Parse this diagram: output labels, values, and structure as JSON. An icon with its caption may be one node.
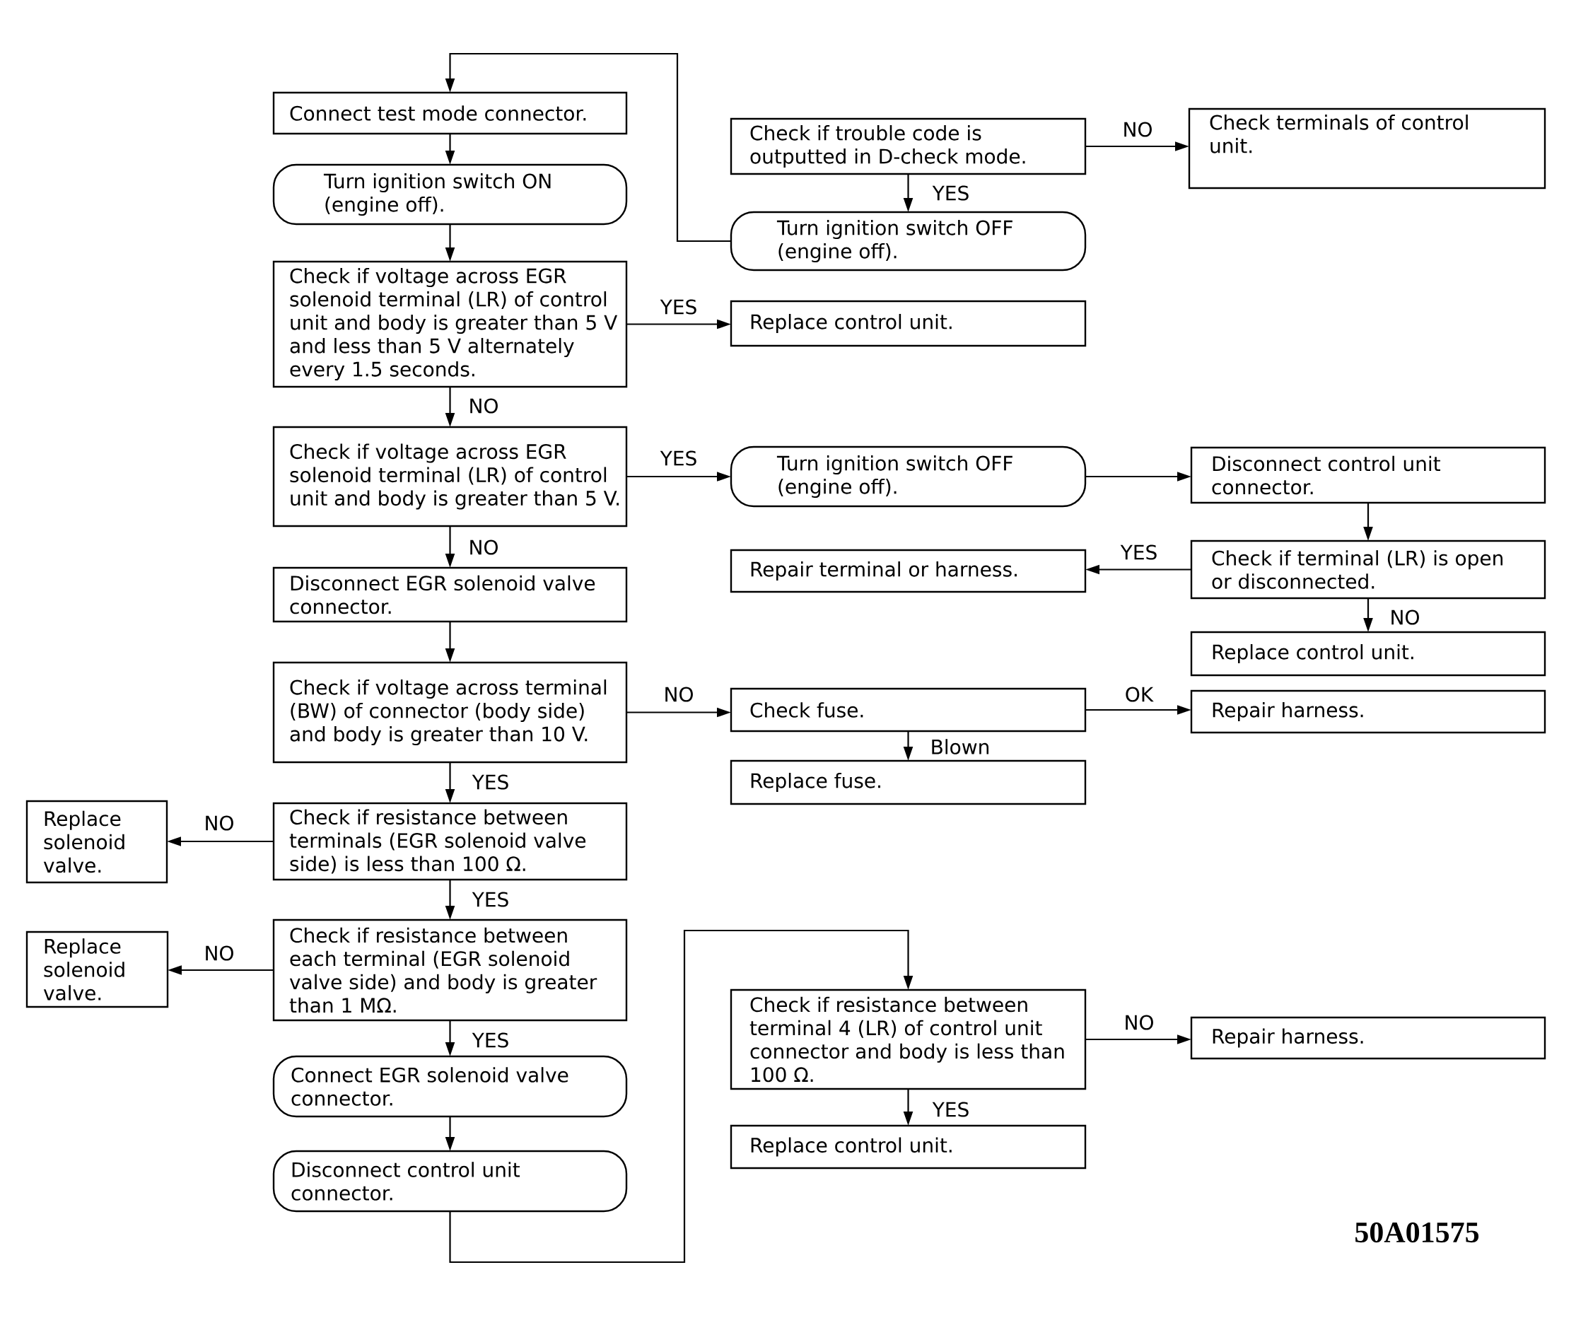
{
  "diagram": {
    "nodes": [
      {
        "text": [
          "Connect test mode connector."
        ]
      },
      {
        "text": [
          "Check if trouble code is outputted in D-check mode."
        ]
      },
      {
        "text": [
          "Check terminals of control unit."
        ]
      },
      {
        "text": [
          "Turn ignition switch ON (engine off)."
        ]
      },
      {
        "text": [
          "Turn ignition switch OFF (engine off)."
        ]
      },
      {
        "text": [
          "Check if voltage across EGR solenoid terminal (LR) of control unit and body is greater than 5 V and less than 5 V alternately every 1.5 seconds."
        ]
      },
      {
        "text": [
          "Replace control unit."
        ]
      },
      {
        "text": [
          "Check if voltage across EGR solenoid terminal (LR) of control unit and body is greater than 5 V."
        ]
      },
      {
        "text": [
          "Turn ignition switch OFF (engine off)."
        ]
      },
      {
        "text": [
          "Disconnect control unit connector."
        ]
      },
      {
        "text": [
          "Repair terminal or harness."
        ]
      },
      {
        "text": [
          "Check if terminal (LR) is open or disconnected."
        ]
      },
      {
        "text": [
          "Disconnect EGR solenoid valve connector."
        ]
      },
      {
        "text": [
          "Replace control unit."
        ]
      },
      {
        "text": [
          "Check if voltage across terminal (BW) of connector (body side) and body is greater than 10 V."
        ]
      },
      {
        "text": [
          "Check fuse."
        ]
      },
      {
        "text": [
          "Repair harness."
        ]
      },
      {
        "text": [
          "Replace fuse."
        ]
      },
      {
        "text": [
          "Replace solenoid valve."
        ]
      },
      {
        "text": [
          "Check if resistance between terminals (EGR solenoid valve side) is less than 100 Ω."
        ]
      },
      {
        "text": [
          "Replace solenoid valve."
        ]
      },
      {
        "text": [
          "Check if resistance between each terminal (EGR solenoid valve side) and body is greater than 1 MΩ."
        ]
      },
      {
        "text": [
          "Check if resistance between terminal 4 (LR) of control unit connector and body is less than 100 Ω."
        ]
      },
      {
        "text": [
          "Repair harness."
        ]
      },
      {
        "text": [
          "Connect EGR solenoid valve connector."
        ]
      },
      {
        "text": [
          "Replace control unit."
        ]
      },
      {
        "text": [
          "Disconnect control unit connector."
        ]
      }
    ],
    "edges": [
      {
        "from": 0,
        "to": 3,
        "arrow": "to"
      },
      {
        "from": 3,
        "to": 5,
        "arrow": "to"
      },
      {
        "from": 5,
        "to": 6,
        "arrow": "to",
        "label": "YES"
      },
      {
        "from": 5,
        "to": 7,
        "arrow": "to",
        "label": "NO"
      },
      {
        "from": 1,
        "to": 2,
        "arrow": "to",
        "label": "NO"
      },
      {
        "from": 1,
        "to": 4,
        "arrow": "to",
        "label": "YES"
      },
      {
        "from": 4,
        "to": 0,
        "arrow": "to"
      },
      {
        "from": 7,
        "to": 8,
        "arrow": "to",
        "label": "YES"
      },
      {
        "from": 8,
        "to": 9,
        "arrow": "to"
      },
      {
        "from": 9,
        "to": 11,
        "arrow": "to"
      },
      {
        "from": 11,
        "to": 10,
        "arrow": "to",
        "label": "YES"
      },
      {
        "from": 11,
        "to": 13,
        "arrow": "to",
        "label": "NO"
      },
      {
        "from": 7,
        "to": 12,
        "arrow": "to",
        "label": "NO"
      },
      {
        "from": 12,
        "to": 14,
        "arrow": "to"
      },
      {
        "from": 14,
        "to": 15,
        "arrow": "to",
        "label": "NO"
      },
      {
        "from": 15,
        "to": 16,
        "arrow": "to",
        "label": "OK"
      },
      {
        "from": 15,
        "to": 17,
        "arrow": "to",
        "label": "Blown"
      },
      {
        "from": 14,
        "to": 19,
        "arrow": "to",
        "label": "YES"
      },
      {
        "from": 19,
        "to": 18,
        "arrow": "to",
        "label": "NO"
      },
      {
        "from": 19,
        "to": 21,
        "arrow": "to",
        "label": "YES"
      },
      {
        "from": 21,
        "to": 20,
        "arrow": "to",
        "label": "NO"
      },
      {
        "from": 21,
        "to": 24,
        "arrow": "to",
        "label": "YES"
      },
      {
        "from": 24,
        "to": 26,
        "arrow": "to"
      },
      {
        "from": 26,
        "to": 22,
        "arrow": "to"
      },
      {
        "from": 22,
        "to": 23,
        "arrow": "to",
        "label": "NO"
      },
      {
        "from": 22,
        "to": 25,
        "arrow": "to",
        "label": "YES"
      }
    ],
    "labels": [
      "50A01575"
    ]
  }
}
